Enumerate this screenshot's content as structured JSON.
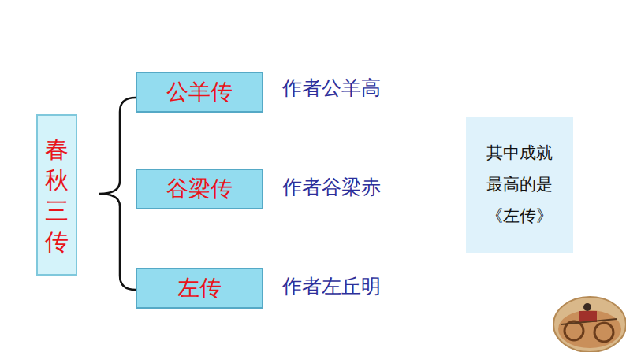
{
  "diagram": {
    "nodes": [
      {
        "text": [
          "春秋三传"
        ]
      },
      {
        "text": [
          "公羊传"
        ]
      },
      {
        "text": [
          "谷梁传"
        ]
      },
      {
        "text": [
          "左传"
        ]
      },
      {
        "text": [
          "其中成就最高的是《左传》"
        ]
      }
    ],
    "labels": [
      "作者公羊高",
      "作者谷梁赤",
      "作者左丘明"
    ]
  }
}
